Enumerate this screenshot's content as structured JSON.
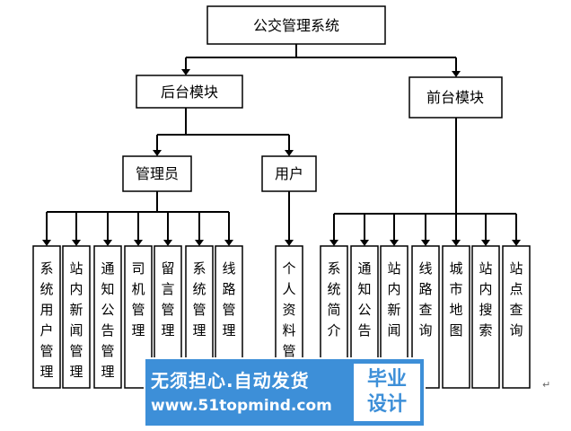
{
  "diagram": {
    "root": "公交管理系统",
    "backend": "后台模块",
    "frontend": "前台模块",
    "admin": "管理员",
    "user": "用户",
    "admin_items": [
      "系统用户管理",
      "站内新闻管理",
      "通知公告管理",
      "司机管理",
      "留言管理",
      "系统管理",
      "线路管理"
    ],
    "user_items": [
      "个人资料管"
    ],
    "frontend_items": [
      "系统简介",
      "通知公告",
      "站内新闻",
      "线路查询",
      "城市地图",
      "站内搜索",
      "站点查询"
    ]
  },
  "watermark": {
    "line1": "无须担心.自动发货",
    "line2": "www.51topmind.com",
    "badge_top": "毕业",
    "badge_bottom": "设计",
    "color": "#3d8fd8"
  },
  "return_mark": "↵"
}
